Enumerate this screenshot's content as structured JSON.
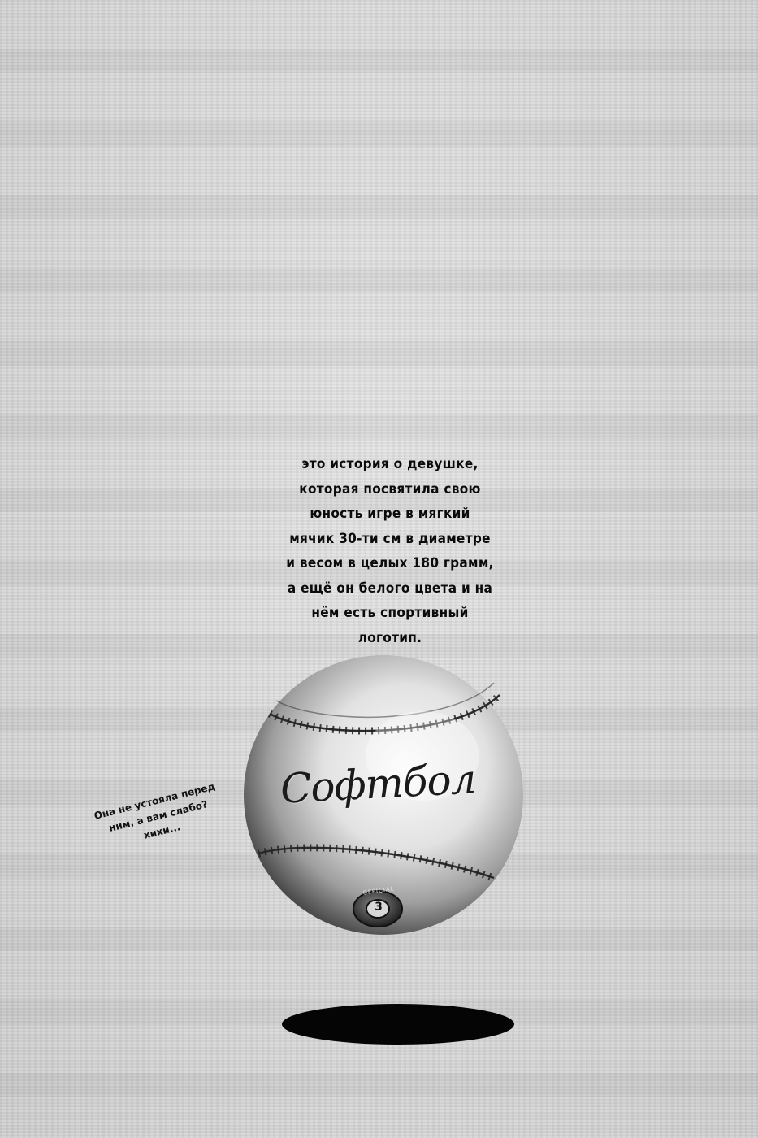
{
  "narration": {
    "lines": [
      "это история о девушке,",
      "которая посвятила  свою",
      "юность игре в мягкий",
      "мячик 30-ти см в диаметре",
      "и весом в целых 180 грамм,",
      "а ещё он белого цвета и на",
      "нём есть спортивный",
      "логотип."
    ]
  },
  "aside": {
    "lines": [
      "Она не устояла перед",
      "ним, а вам слабо?",
      "хихи..."
    ]
  },
  "ball": {
    "title": "Софтбол",
    "badge_number": "3",
    "badge_text": "OFFICIAL"
  }
}
